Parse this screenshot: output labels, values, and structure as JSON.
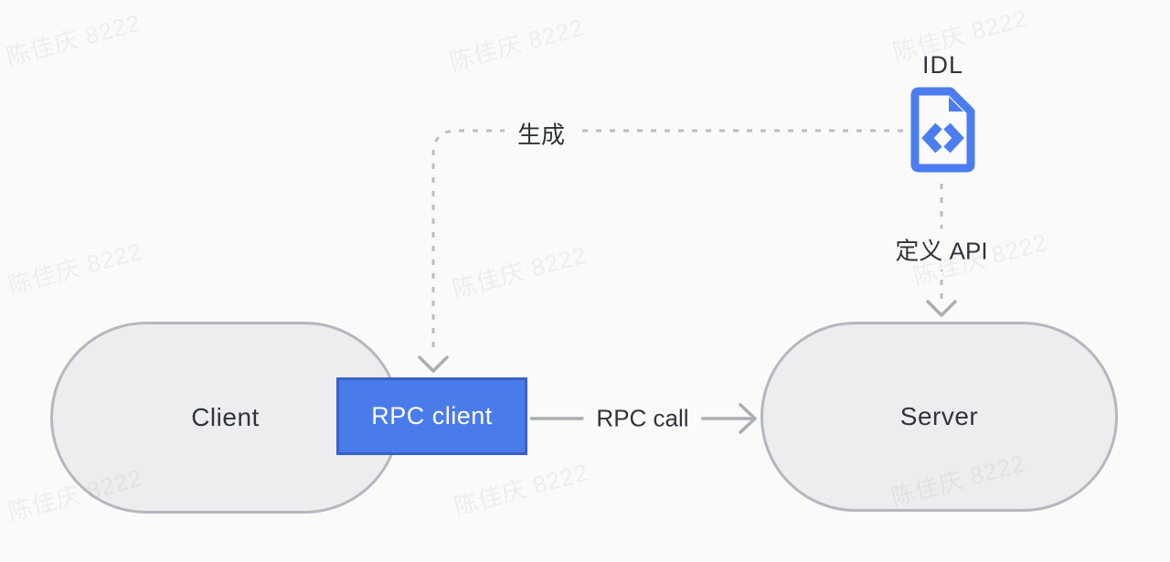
{
  "nodes": {
    "client": {
      "label": "Client"
    },
    "rpc_client": {
      "label": "RPC client"
    },
    "server": {
      "label": "Server"
    },
    "idl": {
      "label": "IDL",
      "icon": "code-file-icon"
    }
  },
  "edges": {
    "generate": {
      "label": "生成",
      "style": "dashed",
      "from": "idl",
      "to": "rpc_client"
    },
    "define_api": {
      "label": "定义 API",
      "style": "dashed",
      "from": "idl",
      "to": "server"
    },
    "rpc_call": {
      "label": "RPC call",
      "style": "solid",
      "from": "rpc_client",
      "to": "server"
    }
  },
  "watermark": {
    "text": "陈佳庆 8222",
    "count": 9,
    "color": "rgba(70,75,85,0.07)"
  },
  "colors": {
    "background": "#fafaf9",
    "node_fill": "#ededef",
    "node_border": "#b4b8bd",
    "accent_fill": "#4a7bea",
    "accent_border": "#3a61c8",
    "icon_blue": "#4b7df0",
    "line_gray": "#b9bdc2",
    "arrow_gray": "#a9aeb3",
    "text_dark": "#30353b"
  }
}
